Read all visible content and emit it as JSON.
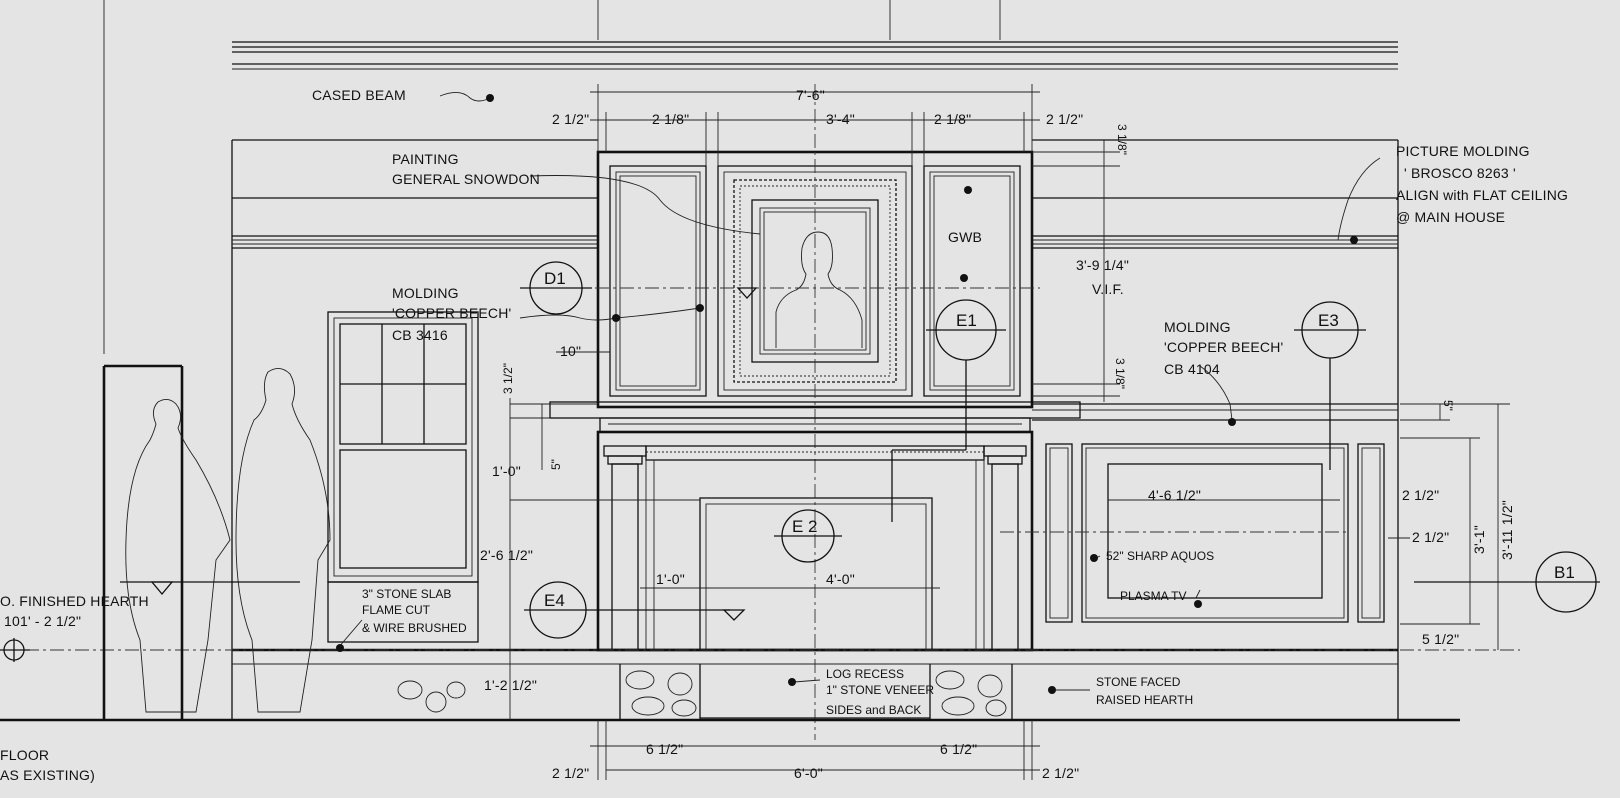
{
  "labels": {
    "cased_beam": "CASED BEAM",
    "painting_1": "PAINTING",
    "painting_2": "GENERAL SNOWDON",
    "molding_left_1": "MOLDING",
    "molding_left_2": "'COPPER BEECH'",
    "molding_left_3": "CB 3416",
    "gwb": "GWB",
    "vif": "V.I.F.",
    "picture_molding_1": "PICTURE MOLDING",
    "picture_molding_2": "' BROSCO 8263 '",
    "picture_molding_3": "ALIGN with FLAT CEILING",
    "picture_molding_4": "@ MAIN HOUSE",
    "molding_right_1": "MOLDING",
    "molding_right_2": "'COPPER BEECH'",
    "molding_right_3": "CB 4104",
    "tv_1": "52\" SHARP AQUOS",
    "tv_2": "PLASMA TV",
    "slab_1": "3\" STONE SLAB",
    "slab_2": "FLAME CUT",
    "slab_3": "& WIRE BRUSHED",
    "hearth_1": "O. FINISHED HEARTH",
    "hearth_2": "101' - 2 1/2\"",
    "floor_1": "FLOOR",
    "floor_2": "AS EXISTING)",
    "log_1": "LOG RECESS",
    "log_2": "1\" STONE VENEER",
    "log_3": "SIDES and BACK",
    "stone_1": "STONE FACED",
    "stone_2": "RAISED HEARTH"
  },
  "dimensions": {
    "overall_top": "7'-6\"",
    "top_a": "2 1/2\"",
    "top_b": "2 1/8\"",
    "top_c": "3'-4\"",
    "top_d": "2 1/8\"",
    "top_e": "2 1/2\"",
    "v_top": "3 1/8\"",
    "v_panel": "3'-9 1/4\"",
    "v_mantel": "3 1/8\"",
    "ten": "10\"",
    "left_a": "3 1/2\"",
    "left_b": "1'-0\"",
    "left_c": "5\"",
    "left_d": "2'-6 1/2\"",
    "left_e": "1'-2 1/2\"",
    "inner_a": "1'-0\"",
    "inner_b": "4'-0\"",
    "tv_w": "4'-6 1/2\"",
    "r_a": "2 1/2\"",
    "r_b": "2 1/2\"",
    "r_c": "5\"",
    "r_d": "3'-1\"",
    "r_e": "3'-11 1/2\"",
    "r_f": "5 1/2\"",
    "bot_a": "6 1/2\"",
    "bot_b": "6 1/2\"",
    "bot_c": "2 1/2\"",
    "bot_d": "6'-0\"",
    "bot_e": "2 1/2\""
  },
  "tags": {
    "d1": "D1",
    "e1": "E1",
    "e2": "E 2",
    "e3": "E3",
    "e4": "E4",
    "b1": "B1"
  }
}
